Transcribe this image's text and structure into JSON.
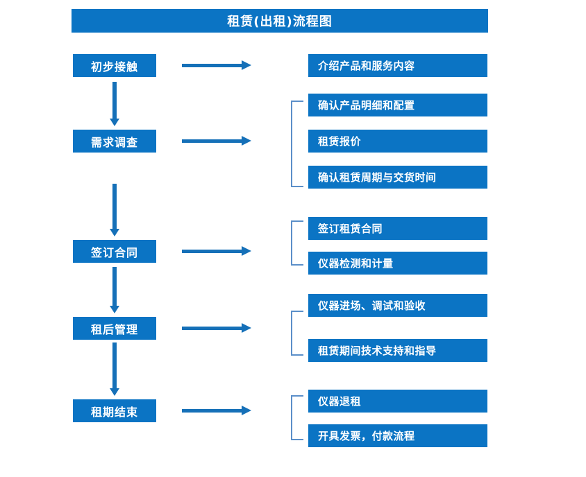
{
  "title": "租赁(出租)流程图",
  "colors": {
    "box_blue": "#0B74C4",
    "arrow_blue": "#1570B8",
    "bracket_blue": "#5B8FC9",
    "text_white": "#FFFFFF",
    "background": "#FFFFFF"
  },
  "stages": [
    {
      "label": "初步接触"
    },
    {
      "label": "需求调查"
    },
    {
      "label": "签订合同"
    },
    {
      "label": "租后管理"
    },
    {
      "label": "租期结束"
    }
  ],
  "details": [
    {
      "label": "介绍产品和服务内容"
    },
    {
      "label": "确认产品明细和配置"
    },
    {
      "label": "租赁报价"
    },
    {
      "label": "确认租赁周期与交货时间"
    },
    {
      "label": "签订租赁合同"
    },
    {
      "label": "仪器检测和计量"
    },
    {
      "label": "仪器进场、调试和验收"
    },
    {
      "label": "租赁期间技术支持和指导"
    },
    {
      "label": "仪器退租"
    },
    {
      "label": "开具发票，付款流程"
    }
  ],
  "chart_data": {
    "type": "diagram",
    "title": "租赁(出租)流程图",
    "orientation": "top-to-bottom",
    "nodes": [
      {
        "stage": "初步接触",
        "details": [
          "介绍产品和服务内容"
        ]
      },
      {
        "stage": "需求调查",
        "details": [
          "确认产品明细和配置",
          "租赁报价",
          "确认租赁周期与交货时间"
        ]
      },
      {
        "stage": "签订合同",
        "details": [
          "签订租赁合同",
          "仪器检测和计量"
        ]
      },
      {
        "stage": "租后管理",
        "details": [
          "仪器进场、调试和验收",
          "租赁期间技术支持和指导"
        ]
      },
      {
        "stage": "租期结束",
        "details": [
          "仪器退租",
          "开具发票，付款流程"
        ]
      }
    ],
    "flow_edges": [
      "初步接触 → 需求调查",
      "需求调查 → 签订合同",
      "签订合同 → 租后管理",
      "租后管理 → 租期结束"
    ]
  }
}
